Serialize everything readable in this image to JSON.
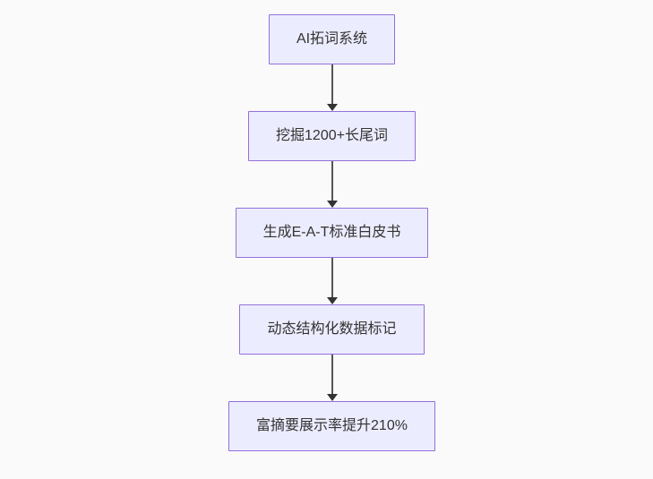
{
  "flowchart": {
    "type": "flowchart",
    "direction": "top-down",
    "nodes": [
      {
        "id": "n1",
        "label": "AI拓词系统"
      },
      {
        "id": "n2",
        "label": "挖掘1200+长尾词"
      },
      {
        "id": "n3",
        "label": "生成E-A-T标准白皮书"
      },
      {
        "id": "n4",
        "label": "动态结构化数据标记"
      },
      {
        "id": "n5",
        "label": "富摘要展示率提升210%"
      }
    ],
    "edges": [
      {
        "from": "n1",
        "to": "n2",
        "arrow": "down"
      },
      {
        "from": "n2",
        "to": "n3",
        "arrow": "down"
      },
      {
        "from": "n3",
        "to": "n4",
        "arrow": "down"
      },
      {
        "from": "n4",
        "to": "n5",
        "arrow": "down"
      }
    ],
    "colors": {
      "canvas_background": "#fafafa",
      "node_fill": "#ECECFF",
      "node_border": "#9370DB",
      "edge_line": "#555555",
      "arrowhead": "#333333",
      "text": "#333333"
    }
  }
}
